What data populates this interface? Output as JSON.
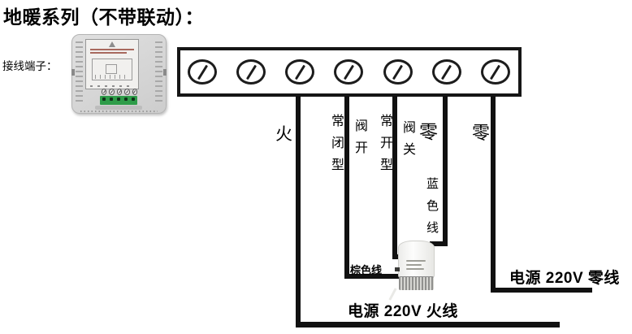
{
  "header": {
    "title": "地暖系列（不带联动）："
  },
  "thermostat": {
    "caption": "接线端子：",
    "screw_count": 5,
    "terminal_hole_count": 5
  },
  "terminal_block": {
    "screw_count": 7
  },
  "labels": {
    "live": "火",
    "nc_type": "常闭型",
    "valve_open": "阀开",
    "no_type": "常开型",
    "valve_close": "阀关",
    "neutral_valve": "零",
    "neutral_power": "零",
    "blue_wire": "蓝色线",
    "brown_wire": "棕色线",
    "power_neutral_line": "电源 220V 零线",
    "power_live_line": "电源 220V 火线"
  },
  "colors": {
    "wire": "#111111",
    "terminal_green": "#2e9c49",
    "device_body": "#d6d6d6"
  }
}
